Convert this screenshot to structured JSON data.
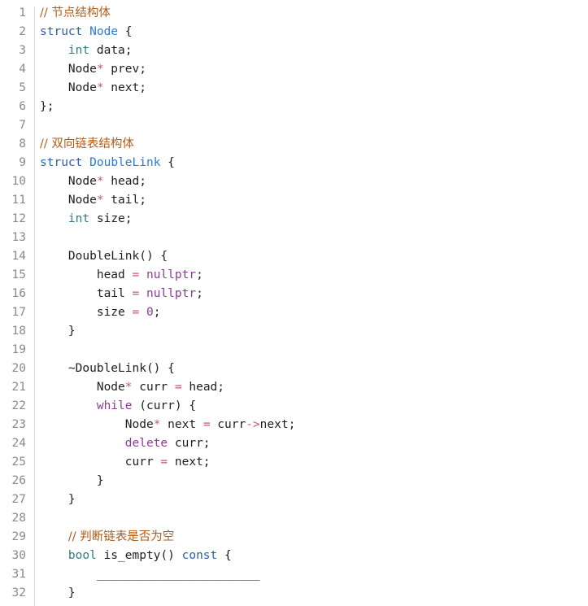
{
  "lines": [
    {
      "n": "1",
      "indent": "",
      "tokens": [
        {
          "t": "// 节点结构体",
          "c": "cm"
        }
      ]
    },
    {
      "n": "2",
      "indent": "",
      "tokens": [
        {
          "t": "struct",
          "c": "kw"
        },
        {
          "t": " "
        },
        {
          "t": "Node",
          "c": "cls"
        },
        {
          "t": " {"
        }
      ]
    },
    {
      "n": "3",
      "indent": "    ",
      "tokens": [
        {
          "t": "int",
          "c": "ty"
        },
        {
          "t": " data;"
        }
      ]
    },
    {
      "n": "4",
      "indent": "    ",
      "tokens": [
        {
          "t": "Node"
        },
        {
          "t": "*",
          "c": "ptr"
        },
        {
          "t": " prev;"
        }
      ]
    },
    {
      "n": "5",
      "indent": "    ",
      "tokens": [
        {
          "t": "Node"
        },
        {
          "t": "*",
          "c": "ptr"
        },
        {
          "t": " next;"
        }
      ]
    },
    {
      "n": "6",
      "indent": "",
      "tokens": [
        {
          "t": "};"
        }
      ]
    },
    {
      "n": "7",
      "indent": "",
      "tokens": []
    },
    {
      "n": "8",
      "indent": "",
      "tokens": [
        {
          "t": "// 双向链表结构体",
          "c": "cm"
        }
      ]
    },
    {
      "n": "9",
      "indent": "",
      "tokens": [
        {
          "t": "struct",
          "c": "kw"
        },
        {
          "t": " "
        },
        {
          "t": "DoubleLink",
          "c": "cls"
        },
        {
          "t": " {"
        }
      ]
    },
    {
      "n": "10",
      "indent": "    ",
      "tokens": [
        {
          "t": "Node"
        },
        {
          "t": "*",
          "c": "ptr"
        },
        {
          "t": " head;"
        }
      ]
    },
    {
      "n": "11",
      "indent": "    ",
      "tokens": [
        {
          "t": "Node"
        },
        {
          "t": "*",
          "c": "ptr"
        },
        {
          "t": " tail;"
        }
      ]
    },
    {
      "n": "12",
      "indent": "    ",
      "tokens": [
        {
          "t": "int",
          "c": "ty"
        },
        {
          "t": " size;"
        }
      ]
    },
    {
      "n": "13",
      "indent": "",
      "tokens": []
    },
    {
      "n": "14",
      "indent": "    ",
      "tokens": [
        {
          "t": "DoubleLink() {"
        }
      ]
    },
    {
      "n": "15",
      "indent": "        ",
      "tokens": [
        {
          "t": "head "
        },
        {
          "t": "=",
          "c": "op"
        },
        {
          "t": " "
        },
        {
          "t": "nullptr",
          "c": "lit"
        },
        {
          "t": ";"
        }
      ]
    },
    {
      "n": "16",
      "indent": "        ",
      "tokens": [
        {
          "t": "tail "
        },
        {
          "t": "=",
          "c": "op"
        },
        {
          "t": " "
        },
        {
          "t": "nullptr",
          "c": "lit"
        },
        {
          "t": ";"
        }
      ]
    },
    {
      "n": "17",
      "indent": "        ",
      "tokens": [
        {
          "t": "size "
        },
        {
          "t": "=",
          "c": "op"
        },
        {
          "t": " "
        },
        {
          "t": "0",
          "c": "lit"
        },
        {
          "t": ";"
        }
      ]
    },
    {
      "n": "18",
      "indent": "    ",
      "tokens": [
        {
          "t": "}"
        }
      ]
    },
    {
      "n": "19",
      "indent": "",
      "tokens": []
    },
    {
      "n": "20",
      "indent": "    ",
      "tokens": [
        {
          "t": "~DoubleLink() {"
        }
      ]
    },
    {
      "n": "21",
      "indent": "        ",
      "tokens": [
        {
          "t": "Node"
        },
        {
          "t": "*",
          "c": "ptr"
        },
        {
          "t": " curr "
        },
        {
          "t": "=",
          "c": "op"
        },
        {
          "t": " head;"
        }
      ]
    },
    {
      "n": "22",
      "indent": "        ",
      "tokens": [
        {
          "t": "while",
          "c": "ctl"
        },
        {
          "t": " (curr) {"
        }
      ]
    },
    {
      "n": "23",
      "indent": "            ",
      "tokens": [
        {
          "t": "Node"
        },
        {
          "t": "*",
          "c": "ptr"
        },
        {
          "t": " next "
        },
        {
          "t": "=",
          "c": "op"
        },
        {
          "t": " curr"
        },
        {
          "t": "->",
          "c": "op"
        },
        {
          "t": "next;"
        }
      ]
    },
    {
      "n": "24",
      "indent": "            ",
      "tokens": [
        {
          "t": "delete",
          "c": "ctl"
        },
        {
          "t": " curr;"
        }
      ]
    },
    {
      "n": "25",
      "indent": "            ",
      "tokens": [
        {
          "t": "curr "
        },
        {
          "t": "=",
          "c": "op"
        },
        {
          "t": " next;"
        }
      ]
    },
    {
      "n": "26",
      "indent": "        ",
      "tokens": [
        {
          "t": "}"
        }
      ]
    },
    {
      "n": "27",
      "indent": "    ",
      "tokens": [
        {
          "t": "}"
        }
      ]
    },
    {
      "n": "28",
      "indent": "",
      "tokens": []
    },
    {
      "n": "29",
      "indent": "    ",
      "tokens": [
        {
          "t": "// 判断链表是否为空",
          "c": "cm"
        }
      ]
    },
    {
      "n": "30",
      "indent": "    ",
      "tokens": [
        {
          "t": "bool",
          "c": "ty"
        },
        {
          "t": " is_empty() "
        },
        {
          "t": "const",
          "c": "kw"
        },
        {
          "t": " {"
        }
      ]
    },
    {
      "n": "31",
      "indent": "        ",
      "tokens": [
        {
          "t": "_______________________"
        }
      ]
    },
    {
      "n": "32",
      "indent": "    ",
      "tokens": [
        {
          "t": "}"
        }
      ]
    }
  ],
  "colors": {
    "keyword": "#2b5fa8",
    "type": "#2f7c80",
    "class_name": "#2b7bd6",
    "operator": "#c25b6a",
    "literal": "#8b3c95",
    "comment": "#b25c1a",
    "line_number": "#8a8a8a"
  }
}
